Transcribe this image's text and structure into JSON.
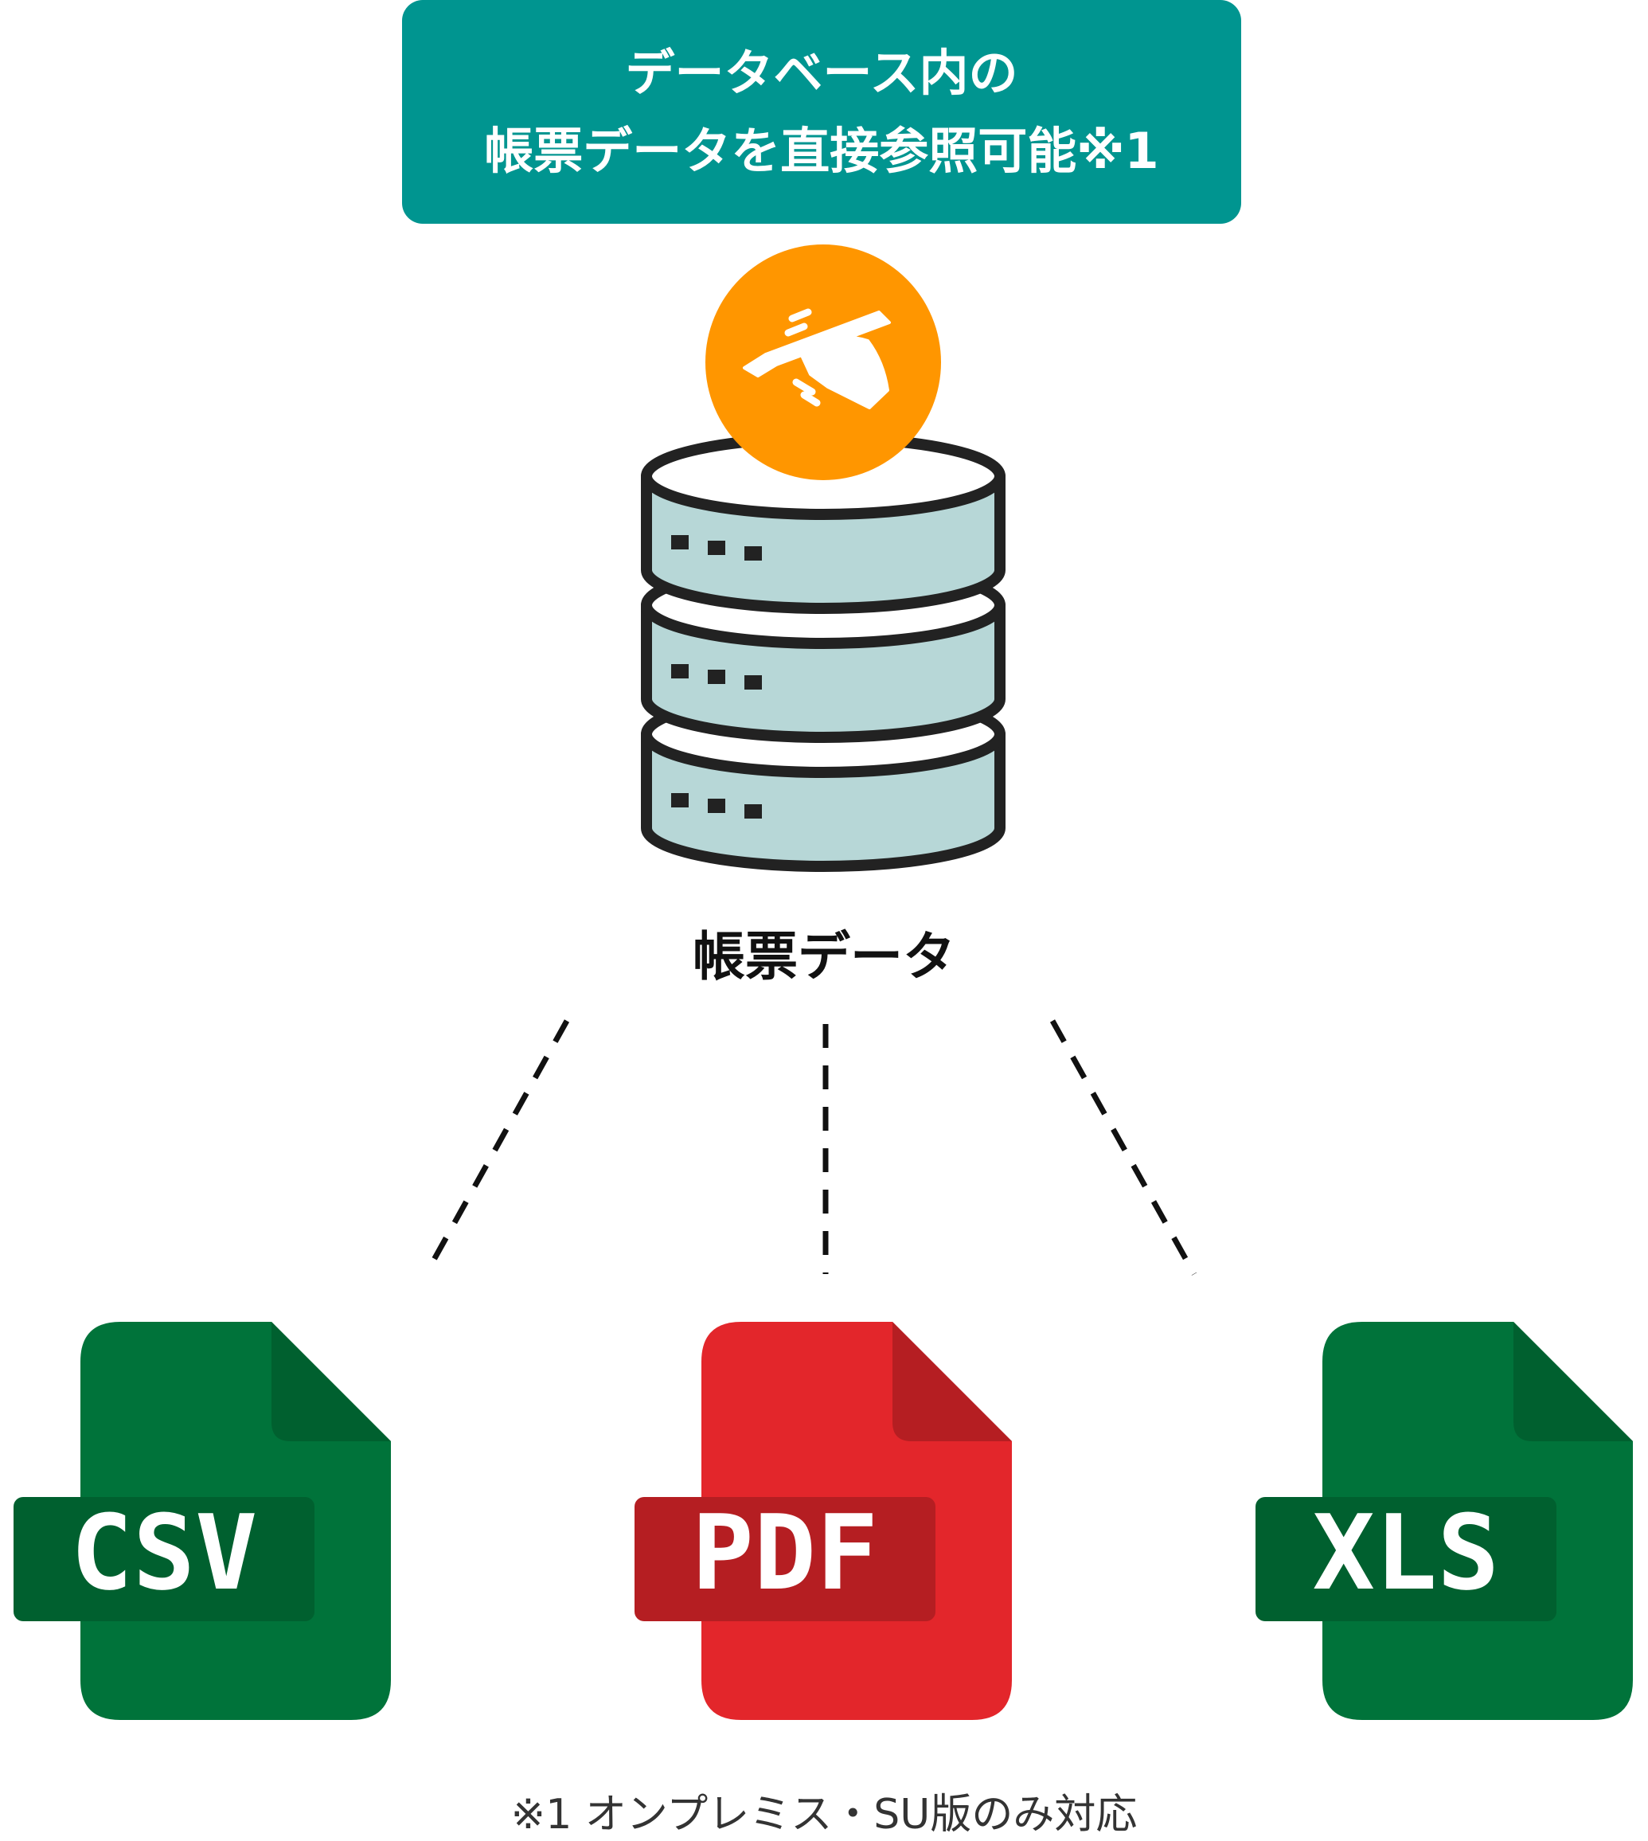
{
  "banner": {
    "line1": "データベース内の",
    "line2": "帳票データを直接参照可能※1",
    "color": "#009590"
  },
  "database": {
    "caption": "帳票データ",
    "icon": "pen-hand-icon",
    "badge_color": "#FF9600",
    "cylinder_color": "#B7D7D7"
  },
  "files": [
    {
      "label": "CSV",
      "color": "#00733A",
      "dark": "#00602F"
    },
    {
      "label": "PDF",
      "color": "#E3262B",
      "dark": "#B51E22"
    },
    {
      "label": "XLS",
      "color": "#00733A",
      "dark": "#00602F"
    }
  ],
  "footnote": "※1 オンプレミス・SU版のみ対応"
}
